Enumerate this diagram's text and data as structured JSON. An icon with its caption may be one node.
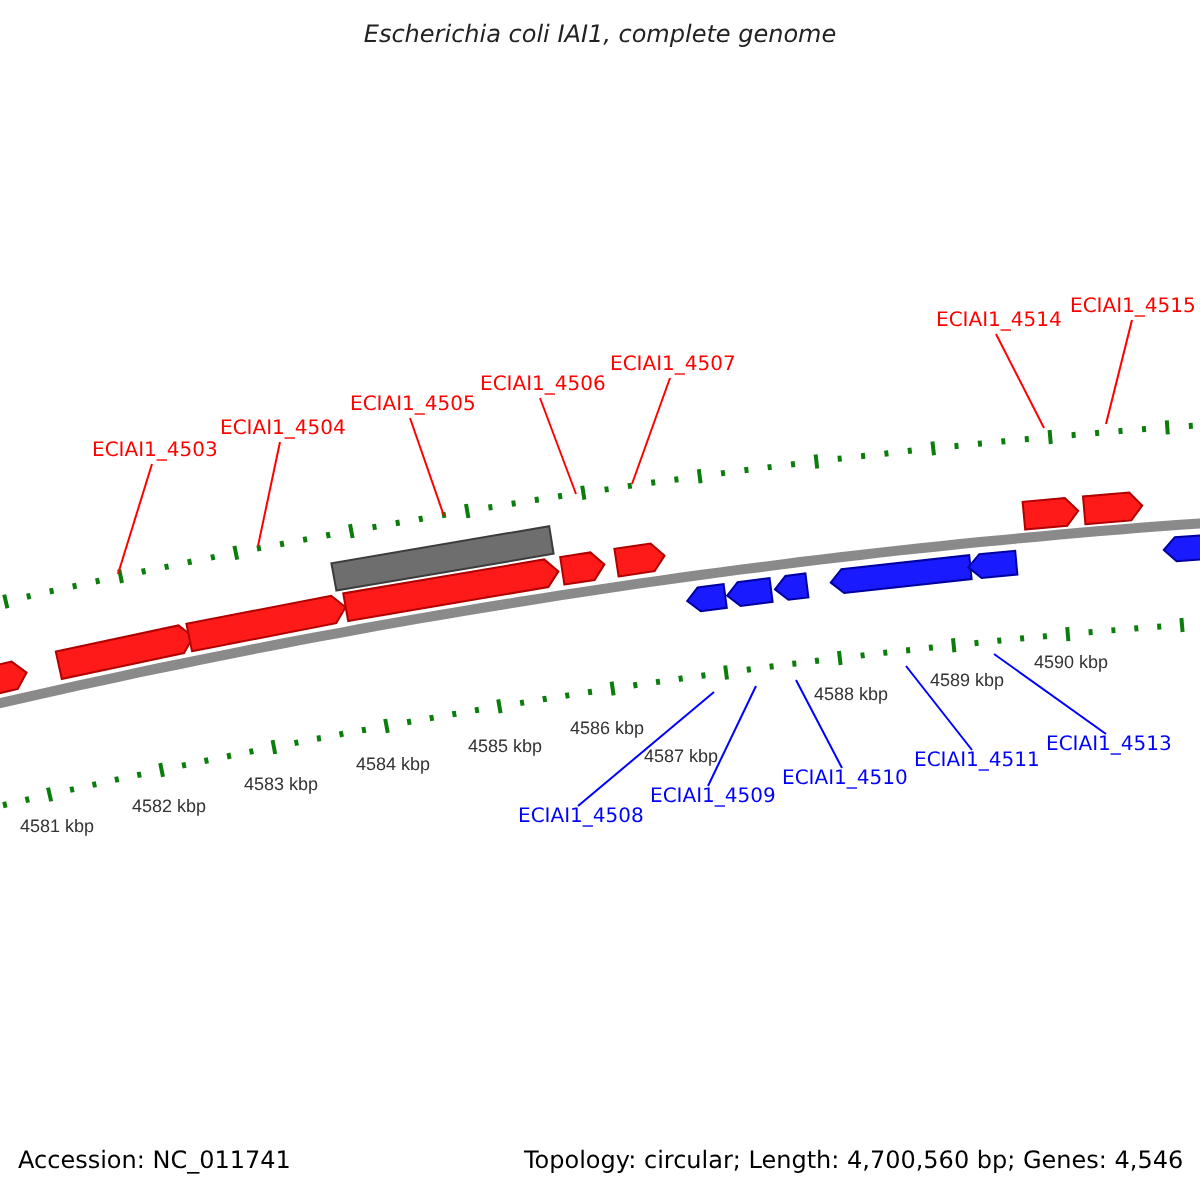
{
  "diagram": {
    "title": "Escherichia coli IAI1, complete genome",
    "nodes": [
      {
        "text": [
          "ECIAI1_4503"
        ]
      },
      {
        "text": [
          "ECIAI1_4504"
        ]
      },
      {
        "text": [
          "ECIAI1_4505"
        ]
      },
      {
        "text": [
          "ECIAI1_4506"
        ]
      },
      {
        "text": [
          "ECIAI1_4507"
        ]
      },
      {
        "text": [
          "ECIAI1_4514"
        ]
      },
      {
        "text": [
          "ECIAI1_4515"
        ]
      },
      {
        "text": [
          "ECIAI1_4508"
        ]
      },
      {
        "text": [
          "ECIAI1_4509"
        ]
      },
      {
        "text": [
          "ECIAI1_4510"
        ]
      },
      {
        "text": [
          "ECIAI1_4511"
        ]
      },
      {
        "text": [
          "ECIAI1_4513"
        ]
      }
    ],
    "edges": [
      {
        "from": 0,
        "to": null,
        "arrow": "none"
      },
      {
        "from": 1,
        "to": null,
        "arrow": "none"
      },
      {
        "from": 2,
        "to": null,
        "arrow": "none"
      },
      {
        "from": 3,
        "to": null,
        "arrow": "none"
      },
      {
        "from": 4,
        "to": null,
        "arrow": "none"
      },
      {
        "from": 5,
        "to": null,
        "arrow": "none"
      },
      {
        "from": 6,
        "to": null,
        "arrow": "none"
      },
      {
        "from": 7,
        "to": null,
        "arrow": "none",
        "color": "#0000ff"
      },
      {
        "from": 8,
        "to": null,
        "arrow": "none",
        "color": "#0000ff"
      },
      {
        "from": 9,
        "to": null,
        "arrow": "none",
        "color": "#0000ff"
      },
      {
        "from": 10,
        "to": null,
        "arrow": "none",
        "color": "#0000ff"
      },
      {
        "from": 11,
        "to": null,
        "arrow": "none",
        "color": "#0000ff"
      }
    ],
    "labels": [
      "4581 kbp",
      "4582 kbp",
      "4583 kbp",
      "4584 kbp",
      "4585 kbp",
      "4586 kbp",
      "4587 kbp",
      "4588 kbp",
      "4589 kbp",
      "4590 kbp",
      "Accession: NC_011741",
      "Topology: circular; Length: 4,700,560 bp; Genes: 4,546"
    ]
  }
}
